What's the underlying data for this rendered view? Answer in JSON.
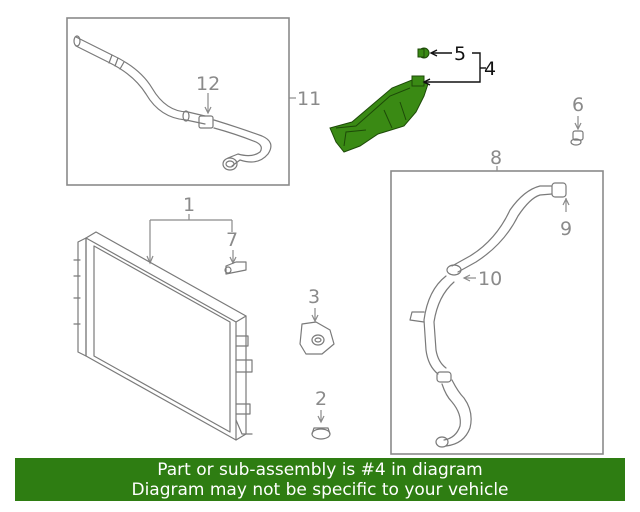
{
  "callouts": {
    "c1": "1",
    "c2": "2",
    "c3": "3",
    "c4": "4",
    "c5": "5",
    "c6": "6",
    "c7": "7",
    "c8": "8",
    "c9": "9",
    "c10": "10",
    "c11": "11",
    "c12": "12"
  },
  "highlighted_part": "4",
  "colors": {
    "highlight": "#3a8a14",
    "banner": "#2e7d12",
    "line": "#7a7a7a"
  },
  "banner": {
    "line1": "Part or sub-assembly is #4 in diagram",
    "line2": "Diagram may not be specific to your vehicle"
  }
}
